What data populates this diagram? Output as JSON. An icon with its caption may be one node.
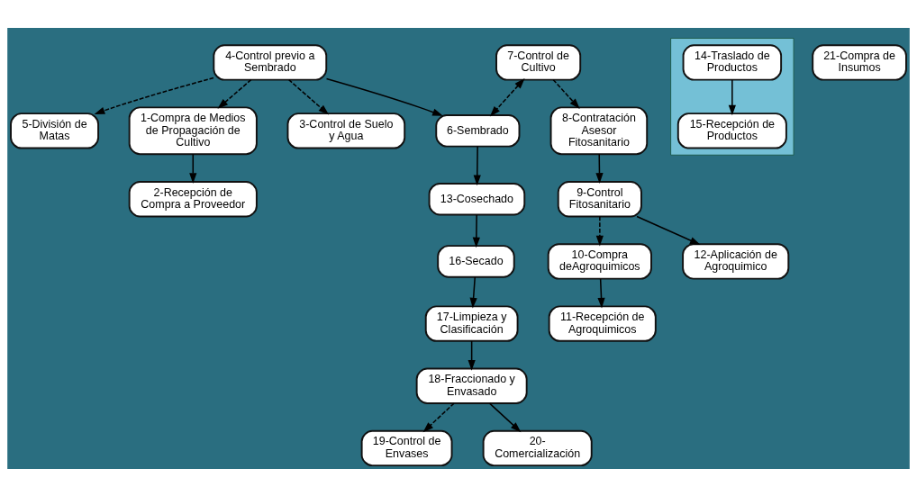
{
  "diagram": {
    "nodes": [
      {
        "text": [
          "4-Control previo a Sembrado"
        ]
      },
      {
        "text": [
          "5-División de Matas"
        ]
      },
      {
        "text": [
          "1-Compra de Medios de Propagación de Cultivo"
        ]
      },
      {
        "text": [
          "2-Recepción de Compra a Proveedor"
        ]
      },
      {
        "text": [
          "3-Control de Suelo y Agua"
        ]
      },
      {
        "text": [
          "7-Control de Cultivo"
        ]
      },
      {
        "text": [
          "6-Sembrado"
        ]
      },
      {
        "text": [],
        "shape": "box"
      },
      {
        "text": [
          "14-Traslado de Productos"
        ],
        "in": 7
      },
      {
        "text": [
          "21-Compra de Insumos"
        ]
      },
      {
        "text": [
          "8-Contratación Asesor Fitosanitario"
        ]
      },
      {
        "text": [
          "13-Cosechado"
        ]
      },
      {
        "text": [
          "15-Recepción de Productos"
        ],
        "in": 7
      },
      {
        "text": [
          "9-Control Fitosanitario"
        ]
      },
      {
        "text": [
          "16-Secado"
        ]
      },
      {
        "text": [
          "10-Compra deAgroquimicos"
        ]
      },
      {
        "text": [
          "17-Limpieza y Clasificación"
        ]
      },
      {
        "text": [
          "12-Aplicación de Agroquimico"
        ]
      },
      {
        "text": [
          "19-Control de Envases"
        ]
      },
      {
        "text": [
          "11-Recepción de Agroquimicos"
        ]
      },
      {
        "text": [
          "18-Fraccionado y Envasado"
        ]
      },
      {
        "text": [
          "20-Comercialización"
        ]
      }
    ],
    "edges": [
      {
        "from": 0,
        "to": 2,
        "arrow": "to",
        "style": "dashed"
      },
      {
        "from": 0,
        "to": 1,
        "arrow": "to",
        "style": "dashed"
      },
      {
        "from": 0,
        "to": 4,
        "arrow": "to",
        "style": "dashed"
      },
      {
        "from": 2,
        "to": 3,
        "arrow": "to"
      },
      {
        "from": 0,
        "to": 6,
        "arrow": "to"
      },
      {
        "from": 5,
        "to": 6,
        "arrow": "both",
        "style": "dashed"
      },
      {
        "from": 5,
        "to": 10,
        "arrow": "to",
        "style": "dashed"
      },
      {
        "from": 10,
        "to": 13,
        "arrow": "to"
      },
      {
        "from": 13,
        "to": 15,
        "arrow": "to",
        "style": "dashed"
      },
      {
        "from": 13,
        "to": 17,
        "arrow": "to"
      },
      {
        "from": 15,
        "to": 19,
        "arrow": "to"
      },
      {
        "from": 6,
        "to": 11,
        "arrow": "to"
      },
      {
        "from": 11,
        "to": 14,
        "arrow": "to"
      },
      {
        "from": 14,
        "to": 16,
        "arrow": "to"
      },
      {
        "from": 16,
        "to": 20,
        "arrow": "to"
      },
      {
        "from": 20,
        "to": 18,
        "arrow": "to",
        "style": "dashed"
      },
      {
        "from": 20,
        "to": 21,
        "arrow": "to"
      },
      {
        "from": 8,
        "to": 12,
        "arrow": "to"
      }
    ]
  }
}
